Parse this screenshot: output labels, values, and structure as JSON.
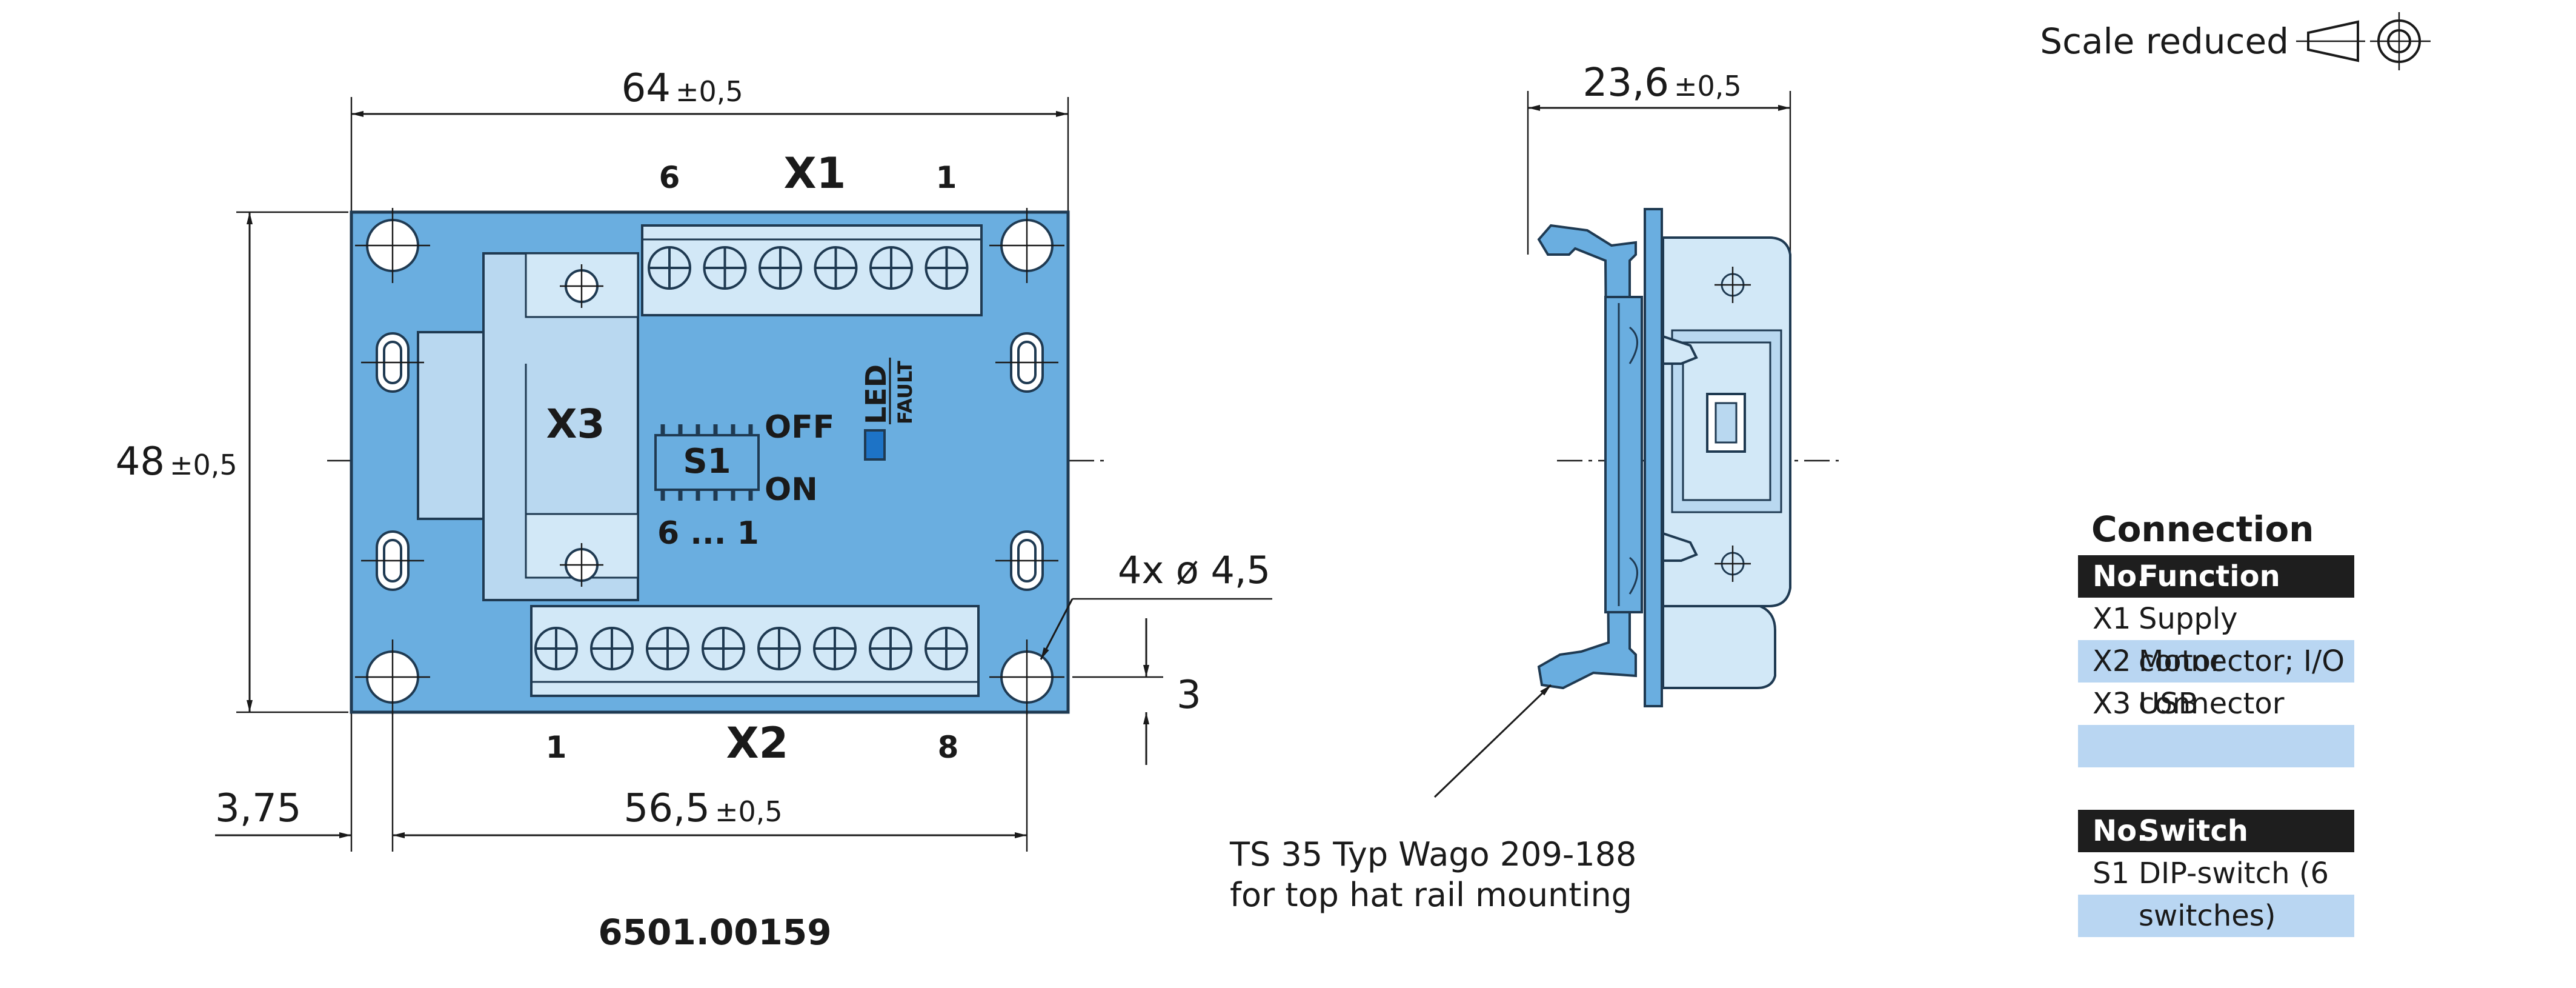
{
  "scale_note": {
    "text": "Scale reduced",
    "icon": "projection-symbol-icon"
  },
  "front_view": {
    "width_dim": {
      "value": "64",
      "tol": "±0,5"
    },
    "height_dim": {
      "value": "48",
      "tol": "±0,5"
    },
    "hole_spacing_dim": {
      "value": "56,5",
      "tol": "±0,5"
    },
    "offset_dim": "3,75",
    "hole_edge_dim": "3",
    "holes_label": "4x ø 4,5",
    "x1": {
      "label": "X1",
      "pin_left": "6",
      "pin_right": "1",
      "pins": 6
    },
    "x2": {
      "label": "X2",
      "pin_left": "1",
      "pin_right": "8",
      "pins": 8
    },
    "x3": {
      "label": "X3"
    },
    "s1": {
      "label": "S1",
      "off": "OFF",
      "on": "ON",
      "range": "6 ... 1"
    },
    "led": {
      "label": "LED",
      "fault": "FAULT"
    },
    "part_number": "6501.00159",
    "board_color": "#6aaee0"
  },
  "side_view": {
    "depth_dim": {
      "value": "23,6",
      "tol": "±0,5"
    },
    "rail_note": [
      "TS 35 Typ Wago 209-188",
      "for top hat rail mounting"
    ]
  },
  "connection_table": {
    "title": "Connection",
    "header": {
      "no": "No.",
      "function": "Function"
    },
    "rows": [
      {
        "no": "X1",
        "function": "Supply connector; I/O"
      },
      {
        "no": "X2",
        "function": "Motor connector"
      },
      {
        "no": "X3",
        "function": "USB"
      },
      {
        "no": "",
        "function": ""
      }
    ]
  },
  "switch_table": {
    "header": {
      "no": "No.",
      "function": "Switch"
    },
    "rows": [
      {
        "no": "S1",
        "function": "DIP-switch (6 switches)"
      },
      {
        "no": "",
        "function": ""
      }
    ]
  },
  "colors": {
    "board": "#6aaee0",
    "board_dark": "#1f3a52",
    "part_light": "#d2e8f7",
    "table_header": "#1e1e1e",
    "table_alt": "#b9d6f2"
  }
}
